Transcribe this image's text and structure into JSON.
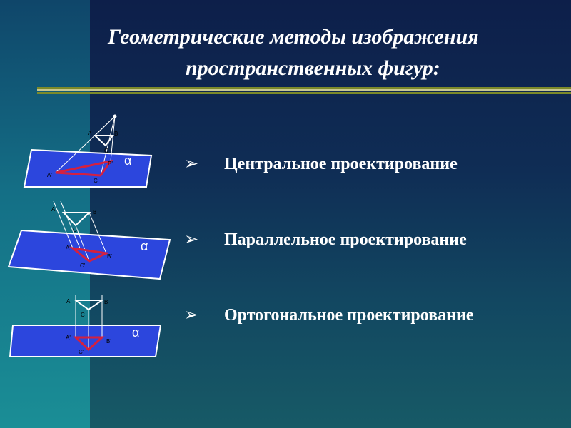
{
  "title": {
    "line1": "Геометрические методы изображения",
    "line2": "пространственных фигур:"
  },
  "list": {
    "bullet_icon": "arrowhead-bullet",
    "items": [
      "Центральное проектирование",
      "Параллельное проектирование",
      "Ортогональное проектирование"
    ]
  },
  "diagram_labels": {
    "A": "A",
    "B": "B",
    "C": "C",
    "A_proj": "A'",
    "B_proj": "B'",
    "C_proj": "C'",
    "plane": "α"
  },
  "colors": {
    "plane_fill": "#2c46dd",
    "triangle_projection": "#d42040",
    "rule_olive": "#7c8a2a",
    "rule_light": "#c8c890"
  }
}
